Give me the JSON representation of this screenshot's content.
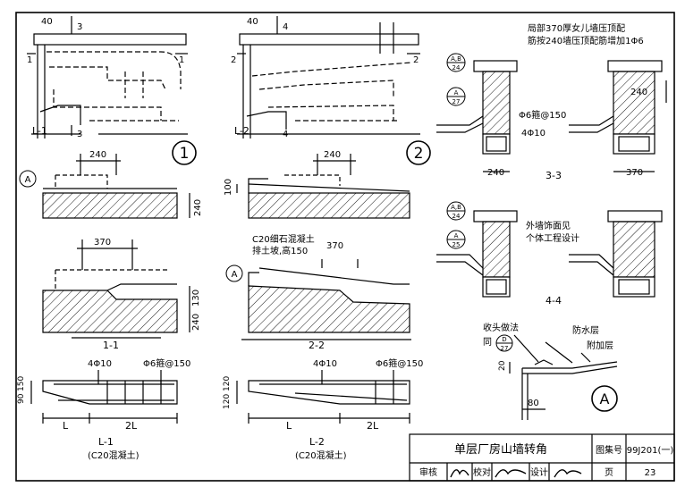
{
  "top": {
    "d1": {
      "dim": "40",
      "sec_top": "3",
      "sec_bot": "3",
      "cut": "1",
      "tag": "L-1",
      "num": "1"
    },
    "d2": {
      "dim": "40",
      "sec_top": "4",
      "sec_bot": "4",
      "cut": "2",
      "tag": "L-2",
      "num": "2"
    }
  },
  "mid": {
    "a_mark": "A",
    "dim240_a": "240",
    "vdim240_a": "240",
    "vdim100": "100",
    "dim240_b": "240",
    "dim370_a": "370",
    "vdim130": "130",
    "vdim240_c": "240",
    "cap11": "1-1",
    "note_c20": "C20细石混凝土",
    "note_slope": "排土坡,高150",
    "dim370_b": "370",
    "a_mark2": "A",
    "cap22": "2-2"
  },
  "beams": {
    "l1": {
      "bar_top": "4Φ10",
      "stir": "Φ6箍@150",
      "hdims": [
        "90",
        "150"
      ],
      "L": "L",
      "L2": "2L",
      "name": "L-1",
      "mat": "(C20混凝土)"
    },
    "l2": {
      "bar_top": "4Φ10",
      "stir": "Φ6箍@150",
      "hdims": [
        "120",
        "120"
      ],
      "L": "L",
      "L2": "2L",
      "name": "L-2",
      "mat": "(C20混凝土)"
    }
  },
  "right": {
    "note1": "局部370厚女儿墙压顶配",
    "note2": "筋按240墙压顶配筋增加1Φ6",
    "ref_ab_top": "A,B",
    "ref_ab_bot": "24",
    "ref_a27_top": "A",
    "ref_a27_bot": "27",
    "stir": "Φ6箍@150",
    "bar": "4Φ10",
    "dim240_r": "240",
    "w240": "240",
    "w370": "370",
    "cap33": "3-3",
    "ref2_ab_top": "A,B",
    "ref2_ab_bot": "24",
    "ref_a25_top": "A",
    "ref_a25_bot": "25",
    "fin1": "外墙饰面见",
    "fin2": "个体工程设计",
    "cap44": "4-4",
    "cap_end": "收头做法",
    "same": "同",
    "ref_d_top": "D",
    "ref_d_bot": "27",
    "wp": "防水层",
    "add": "附加层",
    "d20": "20",
    "d80": "80",
    "a_big": "A"
  },
  "title_block": {
    "title": "单层厂房山墙转角",
    "atlas_label": "图集号",
    "atlas_no": "99J201(一)",
    "review": "审核",
    "check": "校对",
    "design": "设计",
    "page_label": "页",
    "page_no": "23"
  }
}
